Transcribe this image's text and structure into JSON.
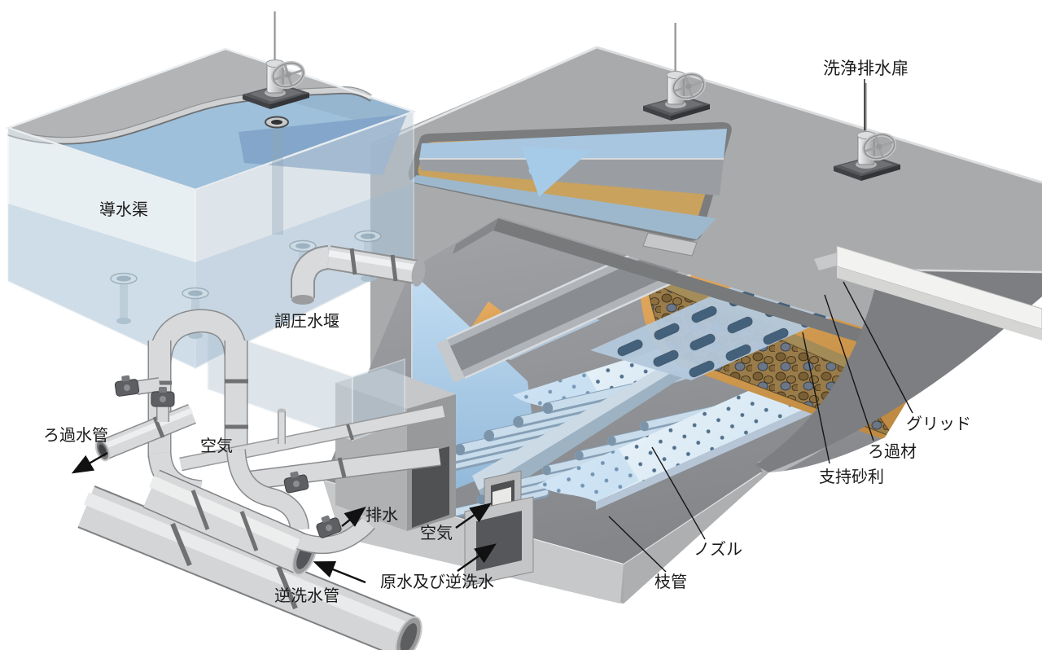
{
  "labels": {
    "conduit_channel": "導水渠",
    "pressure_weir": "調圧水堰",
    "filtered_water_pipe": "ろ過水管",
    "air_left": "空気",
    "drain": "排水",
    "backwash_pipe": "逆洗水管",
    "air_center": "空気",
    "raw_and_backwash_water": "原水及び逆洗水",
    "branch_pipe": "枝管",
    "nozzle": "ノズル",
    "support_gravel": "支持砂利",
    "filter_media": "ろ過材",
    "grid": "グリッド",
    "wash_drain_gate": "洗浄排水扉"
  },
  "colors": {
    "background": "#ffffff",
    "deck": "#a8aaac",
    "outer_wall_dark": "#7c7e81",
    "inner_wall": "#95979a",
    "water": "#a9cfee",
    "water_deep": "#7fa3c8",
    "filter_sand": "#d8a55c",
    "gravel": "#9a7c4a",
    "nozzle_plate": "#e9f2f9",
    "grid_block": "#b3c8dc",
    "pipe": "#d7d8da",
    "trough": "#9a9ea2",
    "flow_arrow_bright": "#2d93da",
    "flow_arrow_light": "#a5cbe8",
    "label_text": "#1b1b1b"
  },
  "flow_arrows": {
    "influent_channel_direction": "right",
    "wash_trough_direction": "up-right"
  }
}
